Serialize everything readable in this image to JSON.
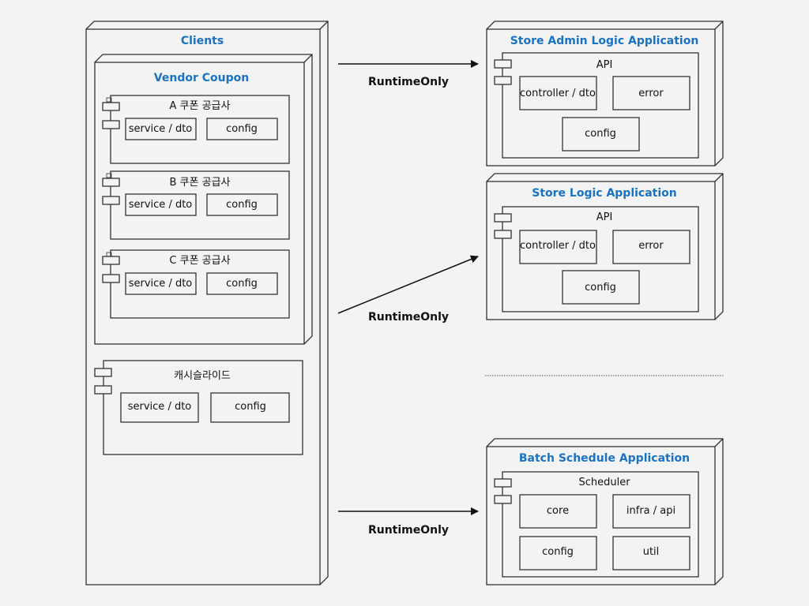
{
  "clients": {
    "title": "Clients",
    "vendor_coupon": {
      "title": "Vendor Coupon",
      "components": [
        {
          "name": "A 쿠폰 공급사",
          "modules": [
            "service / dto",
            "config"
          ]
        },
        {
          "name": "B 쿠폰 공급사",
          "modules": [
            "service / dto",
            "config"
          ]
        },
        {
          "name": "C 쿠폰 공급사",
          "modules": [
            "service / dto",
            "config"
          ]
        }
      ]
    },
    "cashslide": {
      "name": "캐시슬라이드",
      "modules": [
        "service / dto",
        "config"
      ]
    }
  },
  "arrows": [
    {
      "label": "RuntimeOnly"
    },
    {
      "label": "RuntimeOnly"
    },
    {
      "label": "RuntimeOnly"
    }
  ],
  "store_admin": {
    "title": "Store Admin Logic Application",
    "component": "API",
    "modules": [
      "controller / dto",
      "error",
      "config"
    ]
  },
  "store_logic": {
    "title": "Store Logic Application",
    "component": "API",
    "modules": [
      "controller / dto",
      "error",
      "config"
    ]
  },
  "batch": {
    "title": "Batch Schedule Application",
    "component": "Scheduler",
    "modules": [
      "core",
      "infra / api",
      "config",
      "util"
    ]
  },
  "colors": {
    "title": "#1a73c2",
    "line": "#333333",
    "background": "#f3f3f3"
  }
}
